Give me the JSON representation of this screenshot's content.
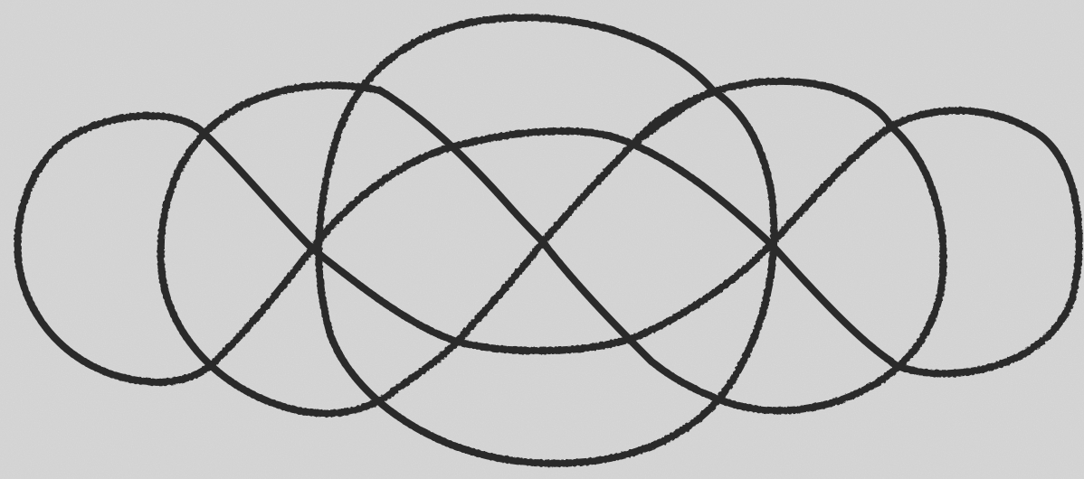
{
  "diagram": {
    "kind": "knot-drawing",
    "background_color": "#d3d3d3",
    "paper_speckle_color": "#b9b9b9",
    "stroke_color": "#2a2a2a",
    "strands": [
      {
        "id": "outer-left-loop",
        "shape": "loop"
      },
      {
        "id": "left-oval",
        "shape": "loop"
      },
      {
        "id": "center-large-oval",
        "shape": "loop"
      },
      {
        "id": "right-oval",
        "shape": "loop"
      },
      {
        "id": "outer-right-loop",
        "shape": "loop"
      },
      {
        "id": "inner-weave-upper",
        "shape": "arc"
      },
      {
        "id": "inner-weave-lower",
        "shape": "arc"
      },
      {
        "id": "diagonal-cross-left",
        "shape": "arc"
      },
      {
        "id": "diagonal-cross-right",
        "shape": "arc"
      }
    ]
  }
}
